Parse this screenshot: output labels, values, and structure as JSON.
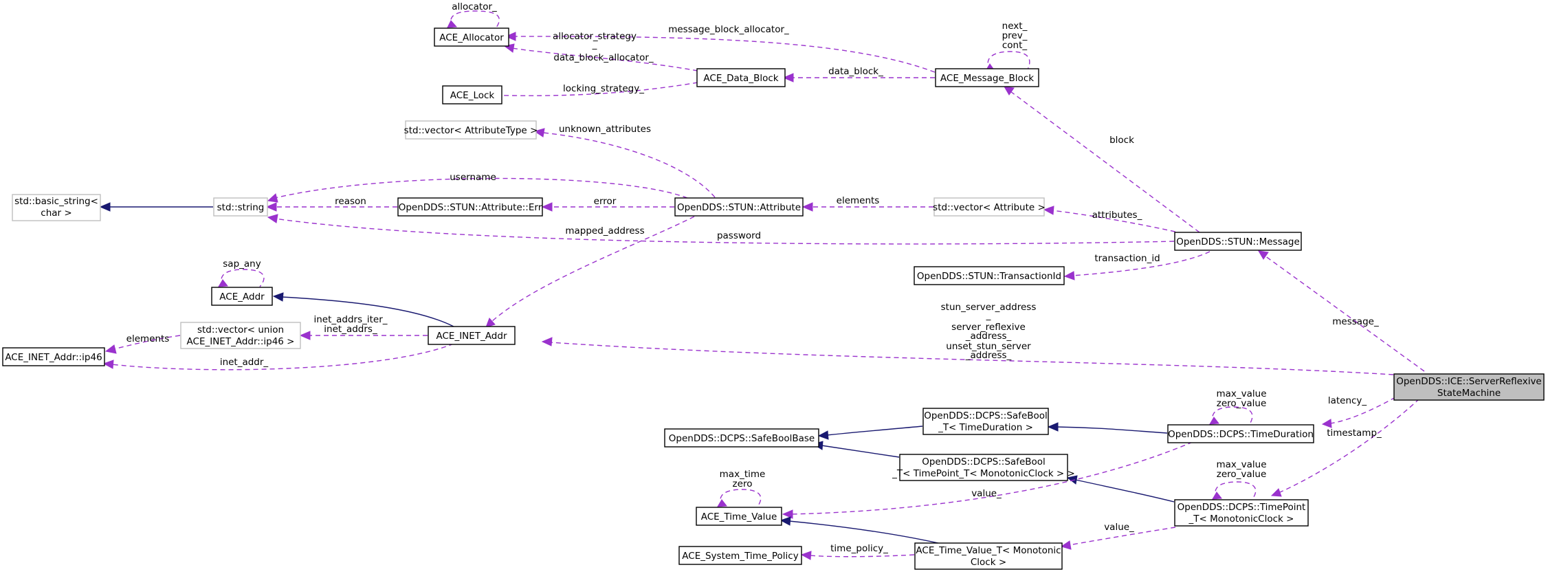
{
  "nodes": {
    "ace_allocator": "ACE_Allocator",
    "ace_lock": "ACE_Lock",
    "ace_data_block": "ACE_Data_Block",
    "ace_message_block": "ACE_Message_Block",
    "vector_attributetype": "std::vector< AttributeType >",
    "basic_string": [
      "std::basic_string<",
      "char >"
    ],
    "std_string": "std::string",
    "attribute_err": "OpenDDS::STUN::Attribute::Err",
    "stun_attribute": "OpenDDS::STUN::Attribute",
    "vector_attribute": "std::vector< Attribute >",
    "stun_message": "OpenDDS::STUN::Message",
    "transaction_id": "OpenDDS::STUN::TransactionId",
    "ace_addr": "ACE_Addr",
    "vector_union": [
      "std::vector< union",
      "ACE_INET_Addr::ip46 >"
    ],
    "ace_inet_addr": "ACE_INET_Addr",
    "ip46": "ACE_INET_Addr::ip46",
    "server_reflexive": [
      "OpenDDS::ICE::ServerReflexive",
      "StateMachine"
    ],
    "safebool_timeduration": [
      "OpenDDS::DCPS::SafeBool",
      "_T< TimeDuration >"
    ],
    "time_duration": "OpenDDS::DCPS::TimeDuration",
    "safeboolbase": "OpenDDS::DCPS::SafeBoolBase",
    "safebool_timepoint": [
      "OpenDDS::DCPS::SafeBool",
      "_T< TimePoint_T< MonotonicClock > >"
    ],
    "ace_time_value": "ACE_Time_Value",
    "time_point": [
      "OpenDDS::DCPS::TimePoint",
      "_T< MonotonicClock >"
    ],
    "system_time_policy": "ACE_System_Time_Policy",
    "time_value_t": [
      "ACE_Time_Value_T< Monotonic",
      "Clock >"
    ]
  },
  "edge_labels": {
    "allocator_self": "allocator_",
    "message_block_allocator": "message_block_allocator_",
    "allocator_strategy": [
      "allocator_strategy",
      "_"
    ],
    "data_block_allocator": "data_block_allocator_",
    "locking_strategy": "locking_strategy_",
    "data_block": "data_block_",
    "mb_self": [
      "next_",
      "prev_",
      "cont_"
    ],
    "unknown_attributes": "unknown_attributes",
    "block": "block",
    "username": "username",
    "reason": "reason",
    "error": "error",
    "elements_attr": "elements",
    "attributes": "attributes_",
    "password": "password",
    "mapped_address": "mapped_address",
    "transaction_id": "transaction_id",
    "sap_any": "sap_any",
    "inet_addrs": [
      "inet_addrs_iter_",
      "inet_addrs_"
    ],
    "elements_ip46": "elements",
    "inet_addr": "inet_addr_",
    "stun_addresses": [
      "stun_server_address",
      "_",
      "server_reflexive",
      "_address_",
      "unset_stun_server",
      "_address_"
    ],
    "message": "message_",
    "latency": "latency_",
    "td_self": [
      "max_value",
      "zero_value"
    ],
    "timestamp": "timestamp_",
    "tv_self": [
      "max_time",
      "zero"
    ],
    "value_td": "value_",
    "tp_self": [
      "max_value",
      "zero_value"
    ],
    "value_tp": "value_",
    "time_policy": "time_policy_"
  }
}
